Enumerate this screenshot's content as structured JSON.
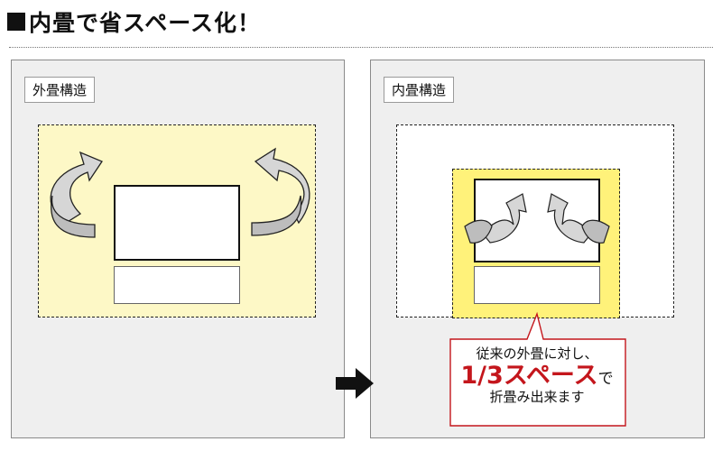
{
  "title": {
    "text": "内畳で省スペース化！"
  },
  "left_panel": {
    "label": "外畳構造"
  },
  "right_panel": {
    "label": "内畳構造"
  },
  "callout": {
    "line1": "従来の外畳に対し、",
    "highlight": "1/3スペース",
    "suffix": "で",
    "line3": "折畳み出来ます"
  },
  "colors": {
    "panel_bg": "#efefef",
    "left_zone": "#fdf8c6",
    "right_zone": "#fff27a",
    "accent_red": "#c4161c",
    "arrow_fill": "#d6d6d6"
  }
}
